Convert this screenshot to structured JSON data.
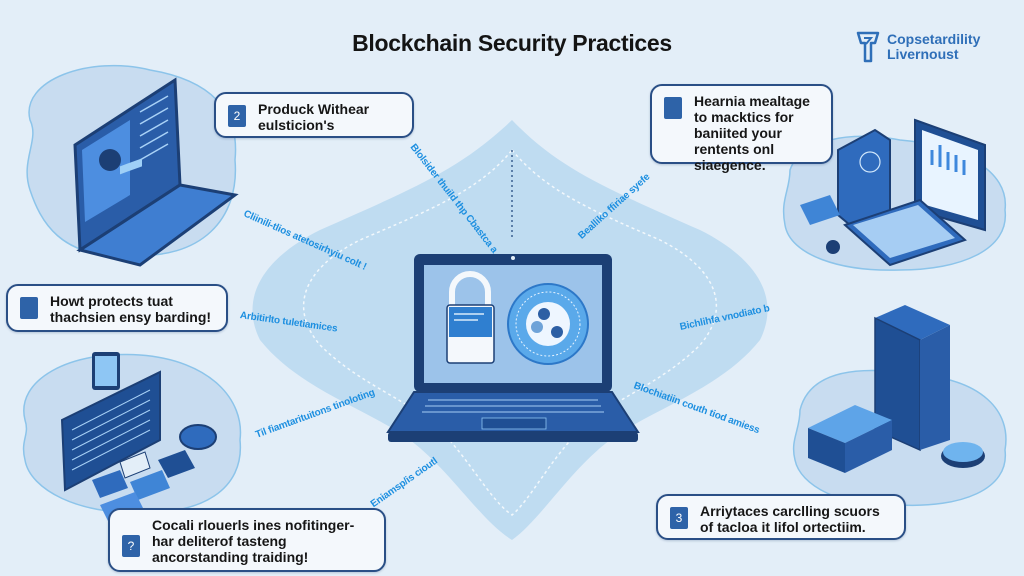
{
  "title": "Blockchain Security Practices",
  "logo": {
    "line1": "Copsetardility",
    "line2": "Livernoust",
    "icon": "key-shield-icon"
  },
  "callouts": [
    {
      "num": "2",
      "text": "Produck Withear eulsticion's"
    },
    {
      "num": "",
      "text": "Hearnia mealtage to macktics for baniited your rentents onl siaegence."
    },
    {
      "num": "",
      "text": "Howt protects tuat thachsien ensy barding!"
    },
    {
      "num": "?",
      "text": "Cocali rlouerls ines nofitinger-har deliterof tasteng ancorstanding traiding!"
    },
    {
      "num": "3",
      "text": "Arriytaces carclling scuors of tacloa it lifol ortectiim."
    }
  ],
  "flow_labels": [
    "Blolsider thuild thp Cbastca a",
    "Bealliko ffiriae syefe",
    "Cliinili-tlios atetosirhyiu colt !",
    "Arbitirlto tuletiamices",
    "Bichlihfa vnodiato b",
    "Til fiamtarituitons tinoloting",
    "Blochiatiin couth tiod amiess",
    "Eniamsp/is cioutl"
  ],
  "center": {
    "lock_icon": "padlock-icon",
    "coin_icon": "blockchain-coin-icon"
  },
  "colors": {
    "accent": "#2e63a8",
    "flow_text": "#1d8fe0",
    "background": "#e3eef8",
    "dark_navy": "#1f3f77"
  }
}
